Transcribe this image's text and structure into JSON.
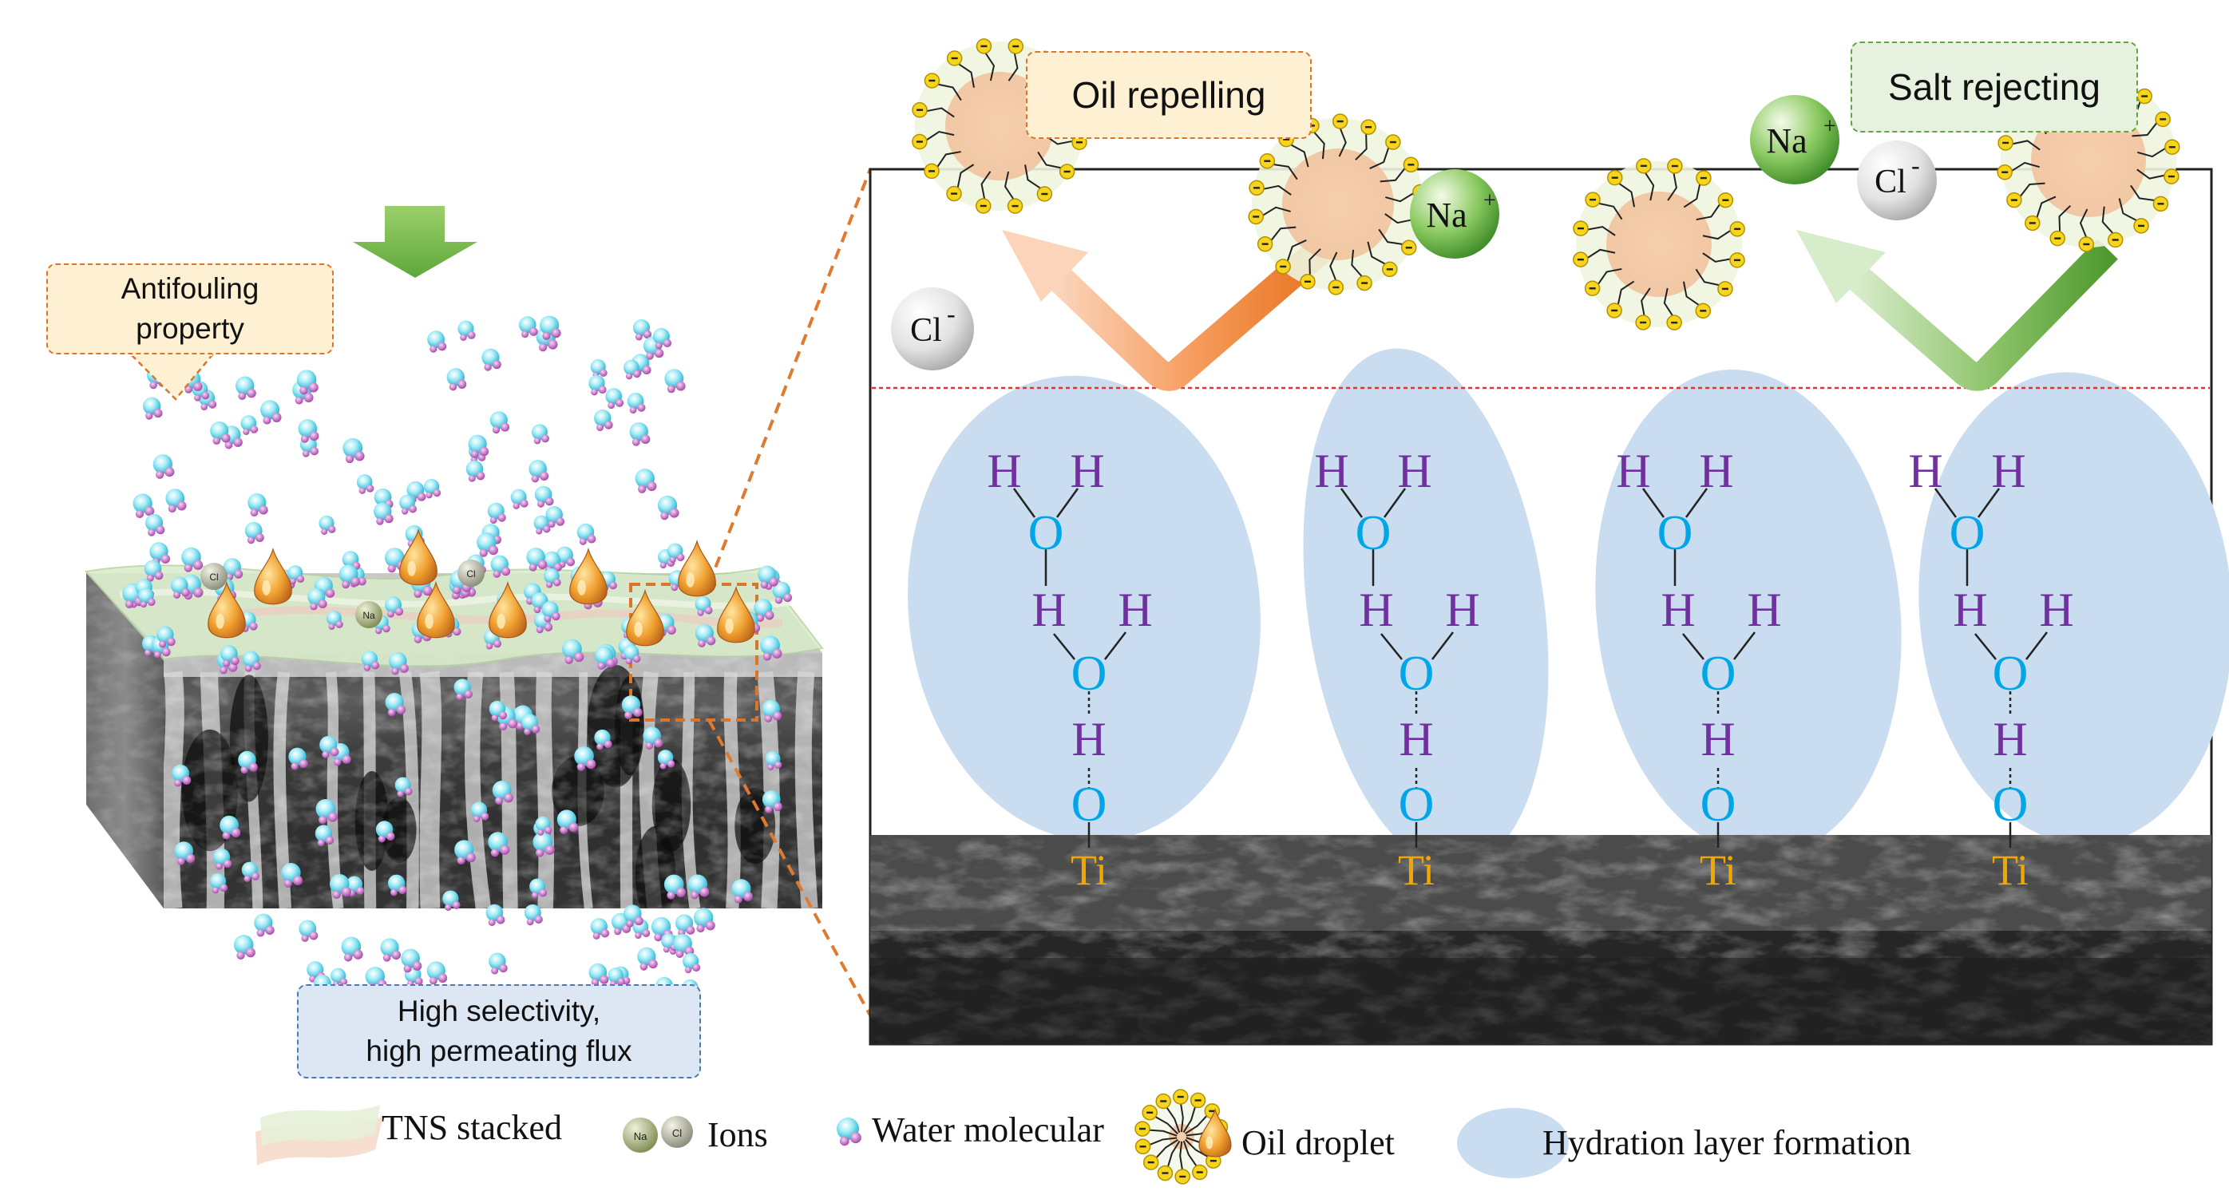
{
  "callouts": {
    "antifouling": [
      "Antifouling",
      "property"
    ],
    "high_selectivity": [
      "High selectivity,",
      "high permeating flux"
    ],
    "oil_repelling": "Oil repelling",
    "salt_rejecting": "Salt rejecting"
  },
  "ions": {
    "sodium": "Na",
    "sodium_sup": "+",
    "chloride": "Cl",
    "chloride_sup": "-",
    "chloride_small": "Cl",
    "sodium_small": "Na"
  },
  "atoms": {
    "hydrogen": "H",
    "oxygen": "O",
    "titanium": "Ti"
  },
  "legend": {
    "tns": "TNS stacked",
    "ions": "Ions",
    "water": "Water molecular",
    "oil": "Oil droplet",
    "hydration": "Hydration layer formation"
  },
  "colors": {
    "hydrogen": "#7030a0",
    "oxygen": "#00a6e8",
    "titanium": "#f0a800",
    "hydration_layer": "#c9dcf0",
    "oil_arrow": "#f07a2a",
    "salt_arrow": "#5fa640",
    "callout_orange_bg": "#fdf0d3",
    "callout_green_bg": "#e7f1df",
    "callout_blue_bg": "#dde6f3"
  }
}
